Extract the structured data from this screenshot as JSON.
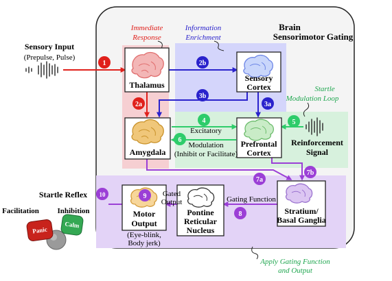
{
  "title": {
    "line1": "Brain",
    "line2": "Sensorimotor Gating"
  },
  "annotations": {
    "immediate": [
      "Immediate",
      "Response"
    ],
    "enrichment": [
      "Information",
      "Enrichment"
    ],
    "startle_loop": [
      "Startle",
      "Modulation Loop"
    ],
    "apply": [
      "Apply Gating Function",
      "and Output"
    ]
  },
  "sensory_input": {
    "title": "Sensory Input",
    "subtitle": "(Prepulse, Pulse)"
  },
  "nodes": {
    "thalamus": "Thalamus",
    "sensory_cortex": [
      "Sensory",
      "Cortex"
    ],
    "amygdala": "Amygdala",
    "prefrontal": [
      "Prefrontal",
      "Cortex"
    ],
    "reinforcement": [
      "Reinforcement",
      "Signal"
    ],
    "striatum": [
      "Stratium/",
      "Basal Ganglia"
    ],
    "pontine": [
      "Pontine",
      "Reticular",
      "Nucleus"
    ],
    "motor": [
      "Motor",
      "Output"
    ],
    "motor_sub": [
      "(Eye-blink,",
      "Body jerk)"
    ]
  },
  "edge_labels": {
    "excitatory": "Excitatory",
    "modulation": "Modulation",
    "modulation_sub": "(Inhibit or Facilitate)",
    "gating_function": "Gating Function",
    "gated_output": [
      "Gated",
      "Output"
    ]
  },
  "steps": {
    "s1": "1",
    "s2a": "2a",
    "s2b": "2b",
    "s3a": "3a",
    "s3b": "3b",
    "s4": "4",
    "s5": "5",
    "s6": "6",
    "s7a": "7a",
    "s7b": "7b",
    "s8": "8",
    "s9": "9",
    "s10": "10"
  },
  "startle": {
    "title": "Startle Reflex",
    "facilitation": "Facilitation",
    "inhibition": "Inhibition",
    "panic": "Panic",
    "calm": "Calm"
  },
  "colors": {
    "red": "#e0201b",
    "blue": "#2a22cc",
    "green": "#2ecc6a",
    "purple": "#9b3fd6",
    "zone_red": "#f6cfd2",
    "zone_blue": "#d4d5fb",
    "zone_green": "#d7f1dd",
    "zone_purple": "#e3d3f7"
  }
}
